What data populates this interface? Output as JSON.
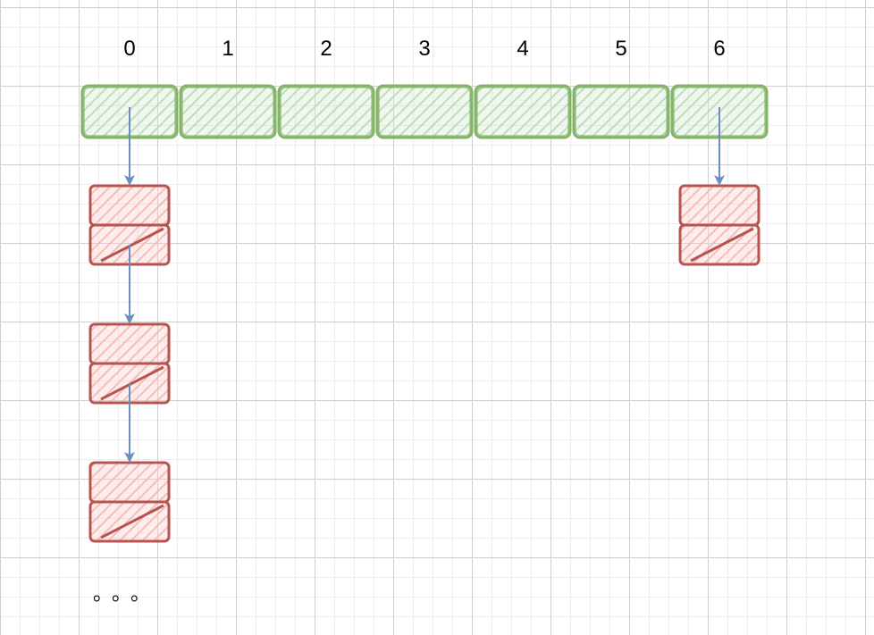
{
  "diagram": {
    "indices": [
      "0",
      "1",
      "2",
      "3",
      "4",
      "5",
      "6"
    ],
    "bucket_links": [
      {
        "index": 0,
        "nodes": 3
      },
      {
        "index": 6,
        "nodes": 1
      }
    ],
    "continuation": "。。。",
    "colors": {
      "array_stroke": "#82b366",
      "array_fill": "#d5e8d4",
      "node_stroke": "#b85450",
      "node_fill": "#f8cecc",
      "arrow": "#6c8ebf"
    }
  }
}
